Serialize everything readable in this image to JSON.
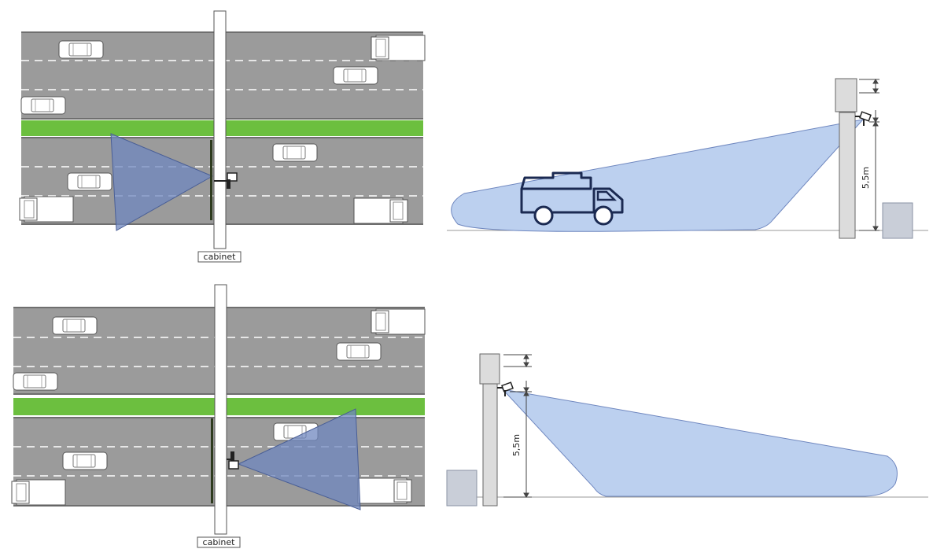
{
  "panels": [
    {
      "view": "plan",
      "cabinet_label": "cabinet",
      "camera_direction": "upstream"
    },
    {
      "view": "side",
      "height_label": "5,5m",
      "camera_direction": "upstream"
    },
    {
      "view": "plan",
      "cabinet_label": "cabinet",
      "camera_direction": "downstream"
    },
    {
      "view": "side",
      "height_label": "5,5m",
      "camera_direction": "downstream"
    }
  ],
  "colors": {
    "road": "#9b9b9b",
    "road_edge": "#6f6f6f",
    "median": "#6cbf3f",
    "lane_marking": "#ffffff",
    "pole": "#ffffff",
    "pole_stroke": "#555555",
    "beam_plan": "#6f87bf",
    "beam_side": "#bcd0ef",
    "truck_stroke": "#1b2a52",
    "cabinet_box": "#c9ced8"
  },
  "icons": [
    "car-icon",
    "truck-icon",
    "camera-icon",
    "cabinet-box"
  ]
}
